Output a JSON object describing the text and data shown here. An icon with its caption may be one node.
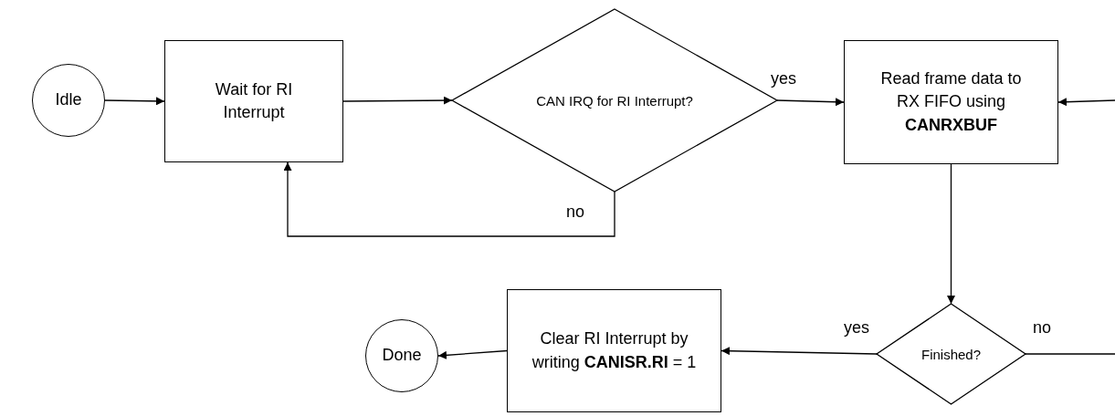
{
  "diagram": {
    "nodes": [
      {
        "text": [
          "Idle"
        ]
      },
      {
        "text": [
          "Wait for RI Interrupt"
        ]
      },
      {
        "text": [
          "CAN IRQ for RI Interrupt?"
        ]
      },
      {
        "text": [
          "Read frame data to RX FIFO using **CANRXBUF**"
        ]
      },
      {
        "text": [
          "Finished?"
        ]
      },
      {
        "text": [
          "Clear RI Interrupt by writing **CANISR.RI** = 1"
        ]
      },
      {
        "text": [
          "Done"
        ]
      }
    ],
    "edges": [
      {
        "from": 0,
        "to": 1,
        "arrow": "to"
      },
      {
        "from": 1,
        "to": 2,
        "arrow": "to"
      },
      {
        "from": 2,
        "to": 3,
        "arrow": "to",
        "label": "yes"
      },
      {
        "from": 2,
        "to": 1,
        "arrow": "to",
        "label": "no"
      },
      {
        "from": 3,
        "to": 4,
        "arrow": "to"
      },
      {
        "from": 4,
        "to": 5,
        "arrow": "to",
        "label": "yes"
      },
      {
        "from": 5,
        "to": 6,
        "arrow": "to"
      },
      {
        "from": 4,
        "to": null,
        "arrow": "none",
        "label": "no"
      },
      {
        "from": null,
        "to": 3,
        "arrow": "to"
      }
    ]
  }
}
